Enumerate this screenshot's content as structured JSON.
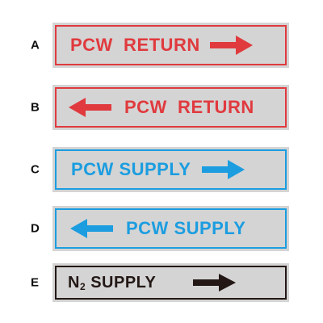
{
  "colors": {
    "red": "#e03a3e",
    "blue": "#1b9de0",
    "black": "#231815",
    "plate": "#d4d4d4"
  },
  "signs": [
    {
      "letter": "A",
      "text": "PCW  RETURN",
      "arrow": "right",
      "color": "red"
    },
    {
      "letter": "B",
      "text": "PCW  RETURN",
      "arrow": "left",
      "color": "red"
    },
    {
      "letter": "C",
      "text": "PCW SUPPLY",
      "arrow": "right",
      "color": "blue"
    },
    {
      "letter": "D",
      "text": "PCW SUPPLY",
      "arrow": "left",
      "color": "blue"
    },
    {
      "letter": "E",
      "text_main": "N",
      "text_sub": "2",
      "text_rest": " SUPPLY",
      "arrow": "right",
      "color": "black"
    }
  ]
}
